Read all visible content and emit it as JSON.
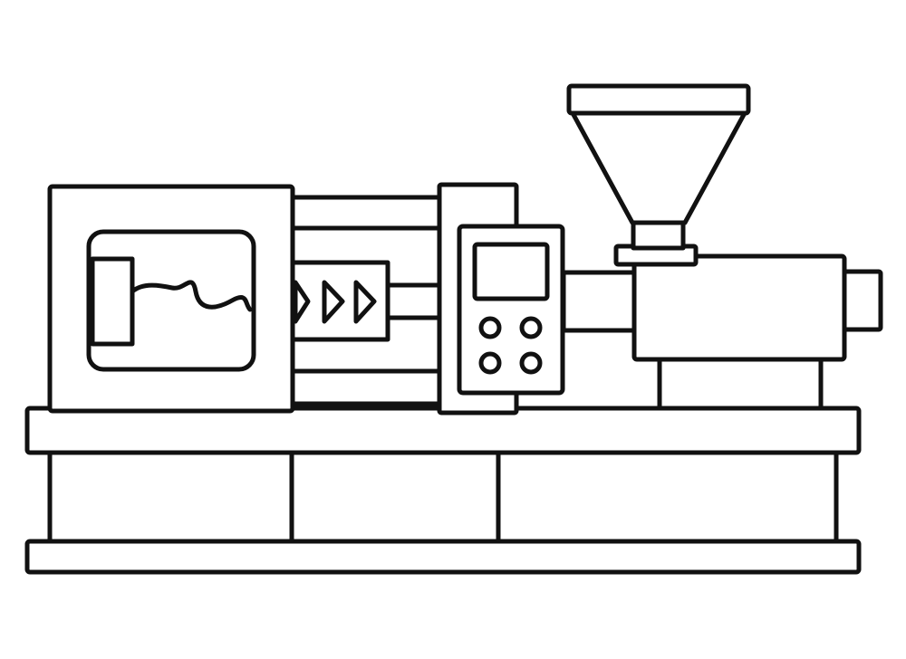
{
  "illustration": {
    "subject": "injection-molding-machine",
    "style": "black line art on white",
    "colors": {
      "stroke": "#111111",
      "background": "#ffffff"
    },
    "control_panel": {
      "screen_count": 1,
      "button_count": 4
    },
    "indicator_arrows": 3
  }
}
